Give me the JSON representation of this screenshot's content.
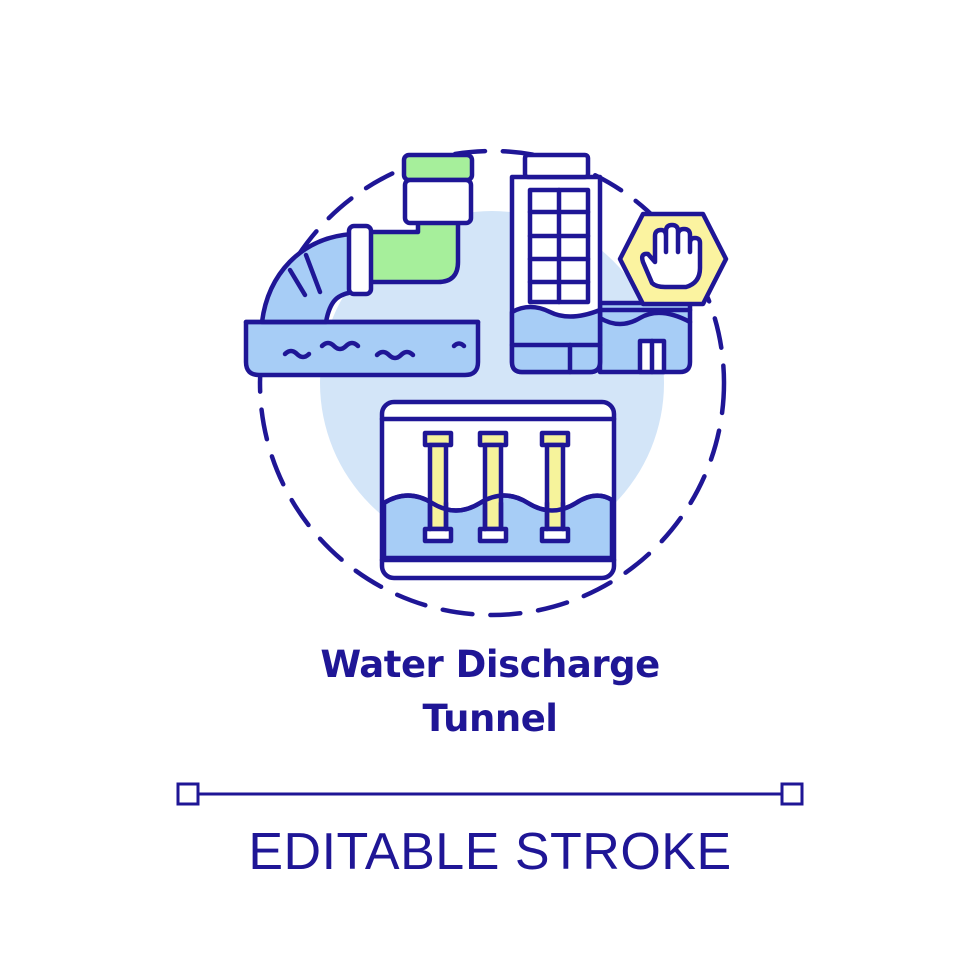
{
  "title": {
    "line1": "Water Discharge",
    "line2": "Tunnel"
  },
  "caption": "EDITABLE STROKE",
  "colors": {
    "stroke": "#1f1696",
    "water": "#a7cdf6",
    "backdrop": "#d3e5f8",
    "pipe": "#a6ef9b",
    "sign": "#fbf3a0",
    "pillar": "#f6f39b",
    "background": "#ffffff"
  },
  "icons": {
    "discharge_pipe": "discharge-pipe-icon",
    "flooded_building": "flooded-building-icon",
    "stop_sign": "stop-hand-sign-icon",
    "tunnel": "underground-tunnel-pillars-icon",
    "handle": "square-handle-icon"
  }
}
